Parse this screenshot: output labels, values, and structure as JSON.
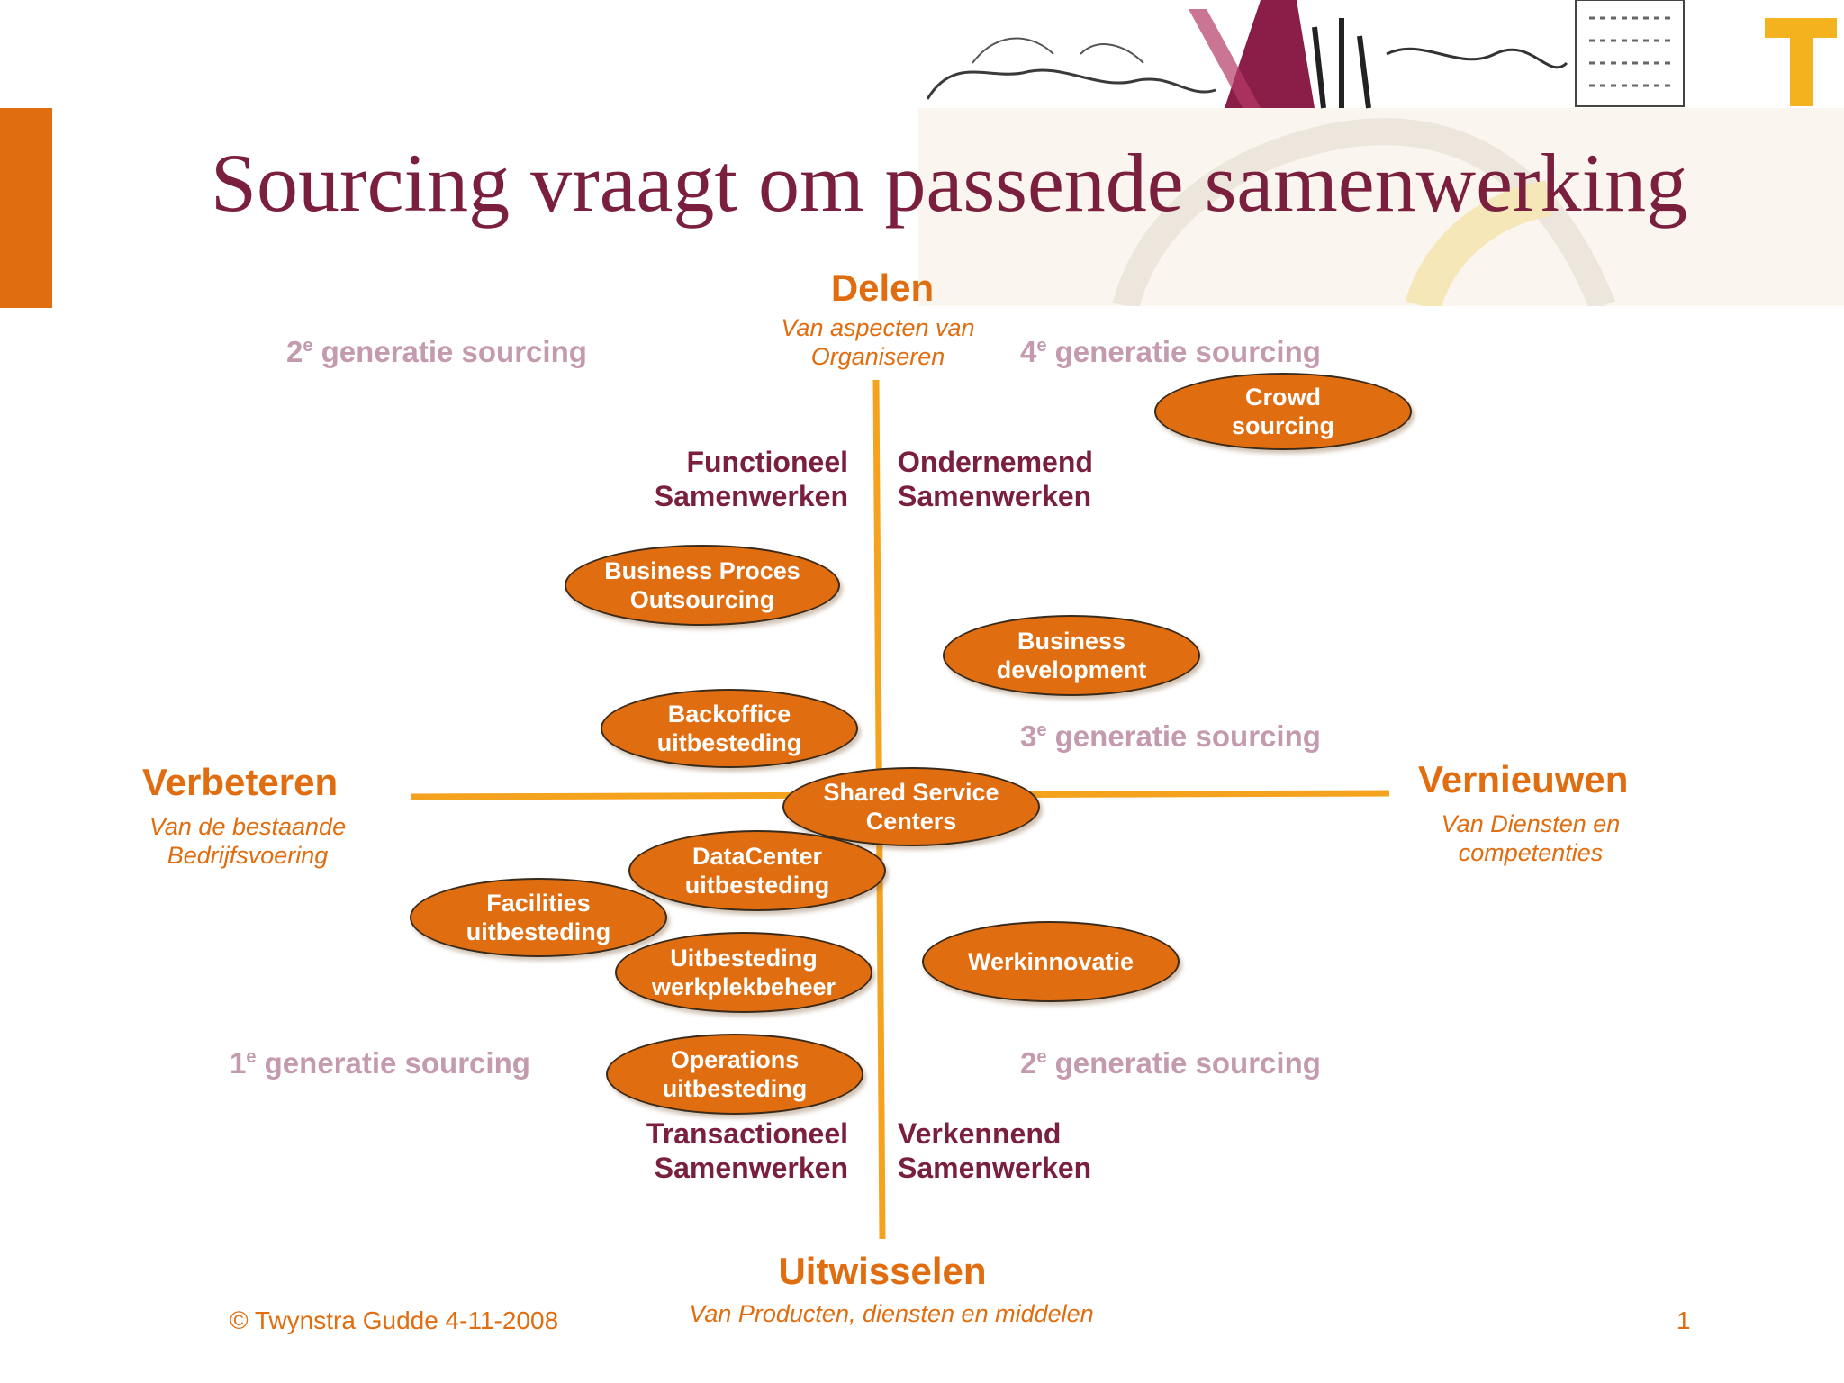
{
  "title": "Sourcing vraagt om passende samenwerking",
  "colors": {
    "orange": "#e06d10",
    "line": "#f5a21f",
    "maroon": "#7a1f3e",
    "generation": "#c49aaf"
  },
  "axes": {
    "top": {
      "label": "Delen",
      "sub": "Van aspecten van\nOrganiseren"
    },
    "bottom": {
      "label": "Uitwisselen",
      "sub": "Van Producten, diensten en middelen"
    },
    "left": {
      "label": "Verbeteren",
      "sub": "Van de bestaande\nBedrijfsvoering"
    },
    "right": {
      "label": "Vernieuwen",
      "sub": "Van Diensten en\ncompetenties"
    }
  },
  "generations": {
    "top_left": {
      "num": "2",
      "sup": "e",
      "text": " generatie sourcing"
    },
    "top_right": {
      "num": "4",
      "sup": "e",
      "text": " generatie sourcing"
    },
    "mid_right": {
      "num": "3",
      "sup": "e",
      "text": " generatie sourcing"
    },
    "bottom_left": {
      "num": "1",
      "sup": "e",
      "text": " generatie sourcing"
    },
    "bottom_right": {
      "num": "2",
      "sup": "e",
      "text": " generatie sourcing"
    }
  },
  "collaboration": {
    "top_left": "Functioneel\nSamenwerken",
    "top_right": "Ondernemend\nSamenwerken",
    "bottom_left": "Transactioneel\nSamenwerken",
    "bottom_right": "Verkennend\nSamenwerken"
  },
  "ellipses": {
    "crowd": "Crowd\nsourcing",
    "bpo": "Business Proces\nOutsourcing",
    "busdev": "Business\ndevelopment",
    "backoffice": "Backoffice\nuitbesteding",
    "ssc": "Shared Service\nCenters",
    "datacenter": "DataCenter\nuitbesteding",
    "facilities": "Facilities\nuitbesteding",
    "werkplek": "Uitbesteding\nwerkplekbeheer",
    "werkinnovatie": "Werkinnovatie",
    "operations": "Operations\nuitbesteding"
  },
  "footer": {
    "copyright": "© Twynstra Gudde  4-11-2008",
    "page": "1"
  }
}
